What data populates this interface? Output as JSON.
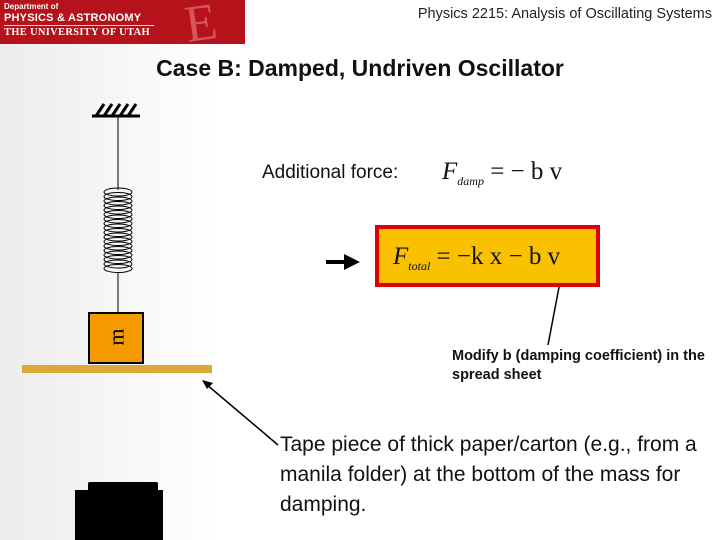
{
  "logo": {
    "line1": "Department of",
    "line2": "PHYSICS & ASTRONOMY",
    "line3": "THE UNIVERSITY OF UTAH",
    "emblem": "E"
  },
  "header": {
    "course": "Physics 2215: Analysis of Oscillating Systems"
  },
  "title": "Case B: Damped, Undriven Oscillator",
  "additional_force": {
    "label": "Additional force:",
    "lhs": "F",
    "lhs_sub": "damp",
    "rhs": "= − b v"
  },
  "total_force": {
    "lhs": "F",
    "lhs_sub": "total",
    "rhs": "= −k x − b v"
  },
  "mass_label": "m",
  "annotations": {
    "modify_b": "Modify b (damping coefficient) in the spread sheet",
    "tape_piece": "Tape piece of thick paper/carton (e.g., from a manila folder) at the bottom of the mass for damping."
  },
  "colors": {
    "logo_red": "#b5121b",
    "box_fill": "#f9c100",
    "box_border": "#e00000",
    "mass_fill": "#f59a00",
    "shelf": "#dba83a"
  },
  "icons": {
    "ceiling": "ceiling-hatch-icon",
    "spring": "spring-coil-icon",
    "arrow": "right-arrow-icon",
    "detector": "motion-detector-icon"
  }
}
